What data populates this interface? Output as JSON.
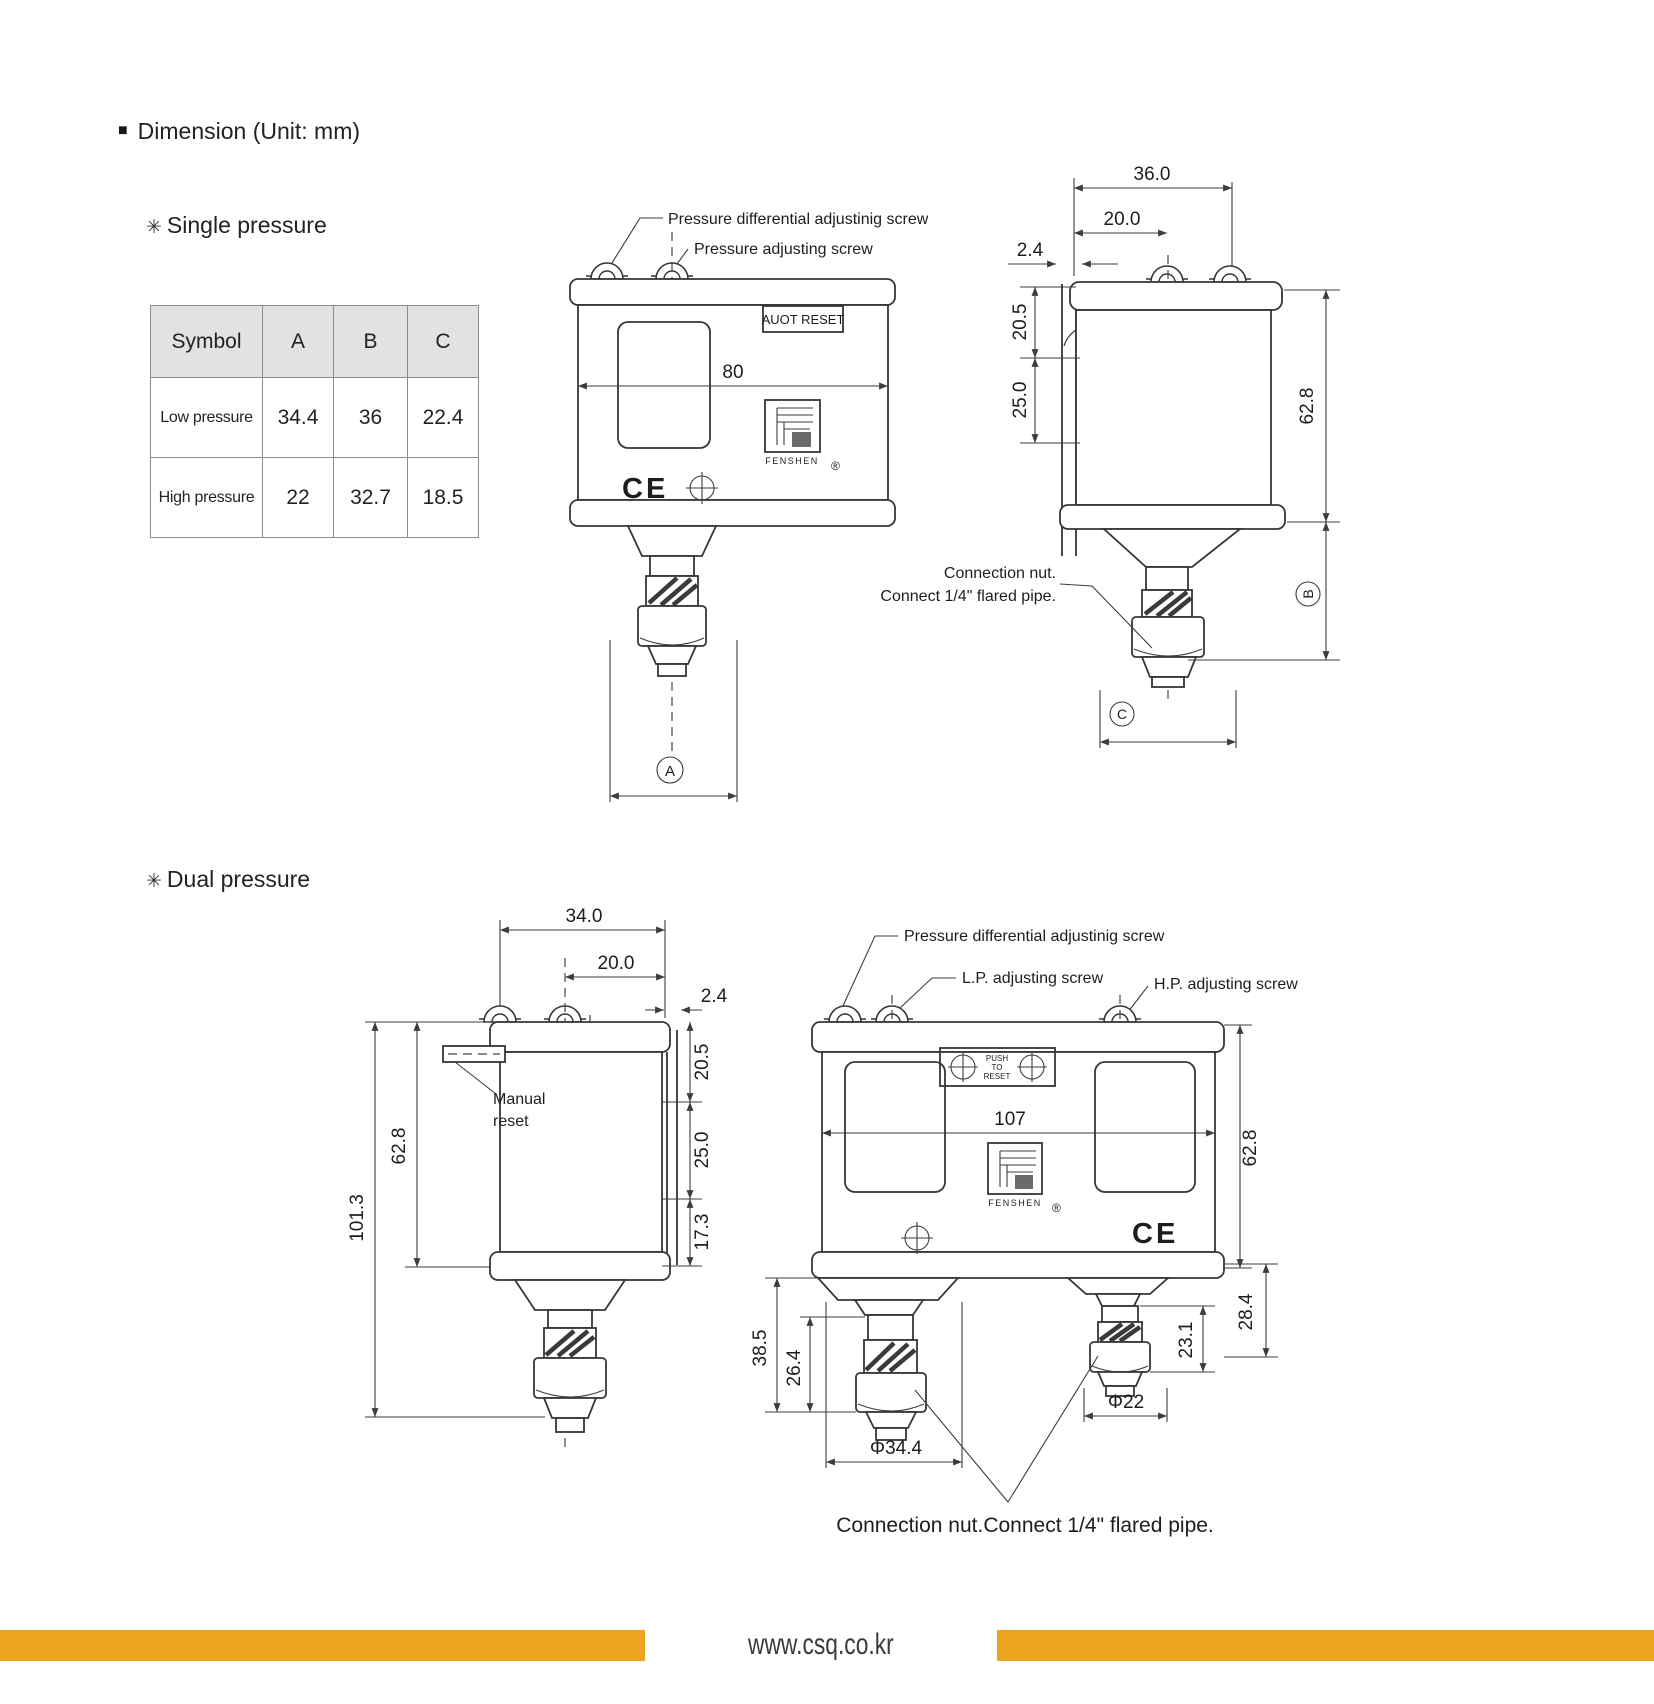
{
  "page": {
    "bullet": "■",
    "title": "Dimension (Unit: mm)",
    "star": "✳",
    "footer": {
      "url": "www.csq.co.kr",
      "bar_color": "#EBA41E"
    }
  },
  "single": {
    "heading": "Single pressure",
    "table": {
      "headers": [
        "Symbol",
        "A",
        "B",
        "C"
      ],
      "rows": [
        {
          "label": "Low pressure",
          "A": "34.4",
          "B": "36",
          "C": "22.4"
        },
        {
          "label": "High pressure",
          "A": "22",
          "B": "32.7",
          "C": "18.5"
        }
      ]
    },
    "front": {
      "screw_diff_label": "Pressure differential adjustinig screw",
      "screw_adj_label": "Pressure adjusting screw",
      "badge": "AUOT RESET",
      "dim_80": "80",
      "brand": "FENSHEN",
      "brand_reg": "®",
      "ce_mark": "CE",
      "dim_letter_a": "A"
    },
    "side": {
      "dim_36": "36.0",
      "dim_20": "20.0",
      "dim_2_4": "2.4",
      "dim_20_5": "20.5",
      "dim_25": "25.0",
      "dim_62_8": "62.8",
      "dim_letter_b": "B",
      "dim_letter_c": "C",
      "conn_line1": "Connection nut.",
      "conn_line2": "Connect 1/4\" flared pipe."
    }
  },
  "dual": {
    "heading": "Dual pressure",
    "left": {
      "dim_34": "34.0",
      "dim_20": "20.0",
      "dim_2_4": "2.4",
      "dim_20_5": "20.5",
      "dim_25": "25.0",
      "dim_17_3": "17.3",
      "dim_62_8": "62.8",
      "dim_101_3": "101.3",
      "manual_reset_line1": "Manual",
      "manual_reset_line2": "reset"
    },
    "right": {
      "screw_diff_label": "Pressure differential adjustinig screw",
      "screw_lp_label": "L.P. adjusting screw",
      "screw_hp_label": "H.P. adjusting screw",
      "push_line1": "PUSH",
      "push_line2": "TO",
      "push_line3": "RESET",
      "dim_107": "107",
      "brand": "FENSHEN",
      "brand_reg": "®",
      "ce_mark": "CE",
      "dim_62_8": "62.8",
      "dim_38_5": "38.5",
      "dim_26_4": "26.4",
      "dim_phi_34_4": "Φ34.4",
      "dim_23_1": "23.1",
      "dim_28_4": "28.4",
      "dim_phi_22": "Φ22",
      "conn_label": "Connection nut.Connect 1/4\" flared pipe."
    }
  }
}
